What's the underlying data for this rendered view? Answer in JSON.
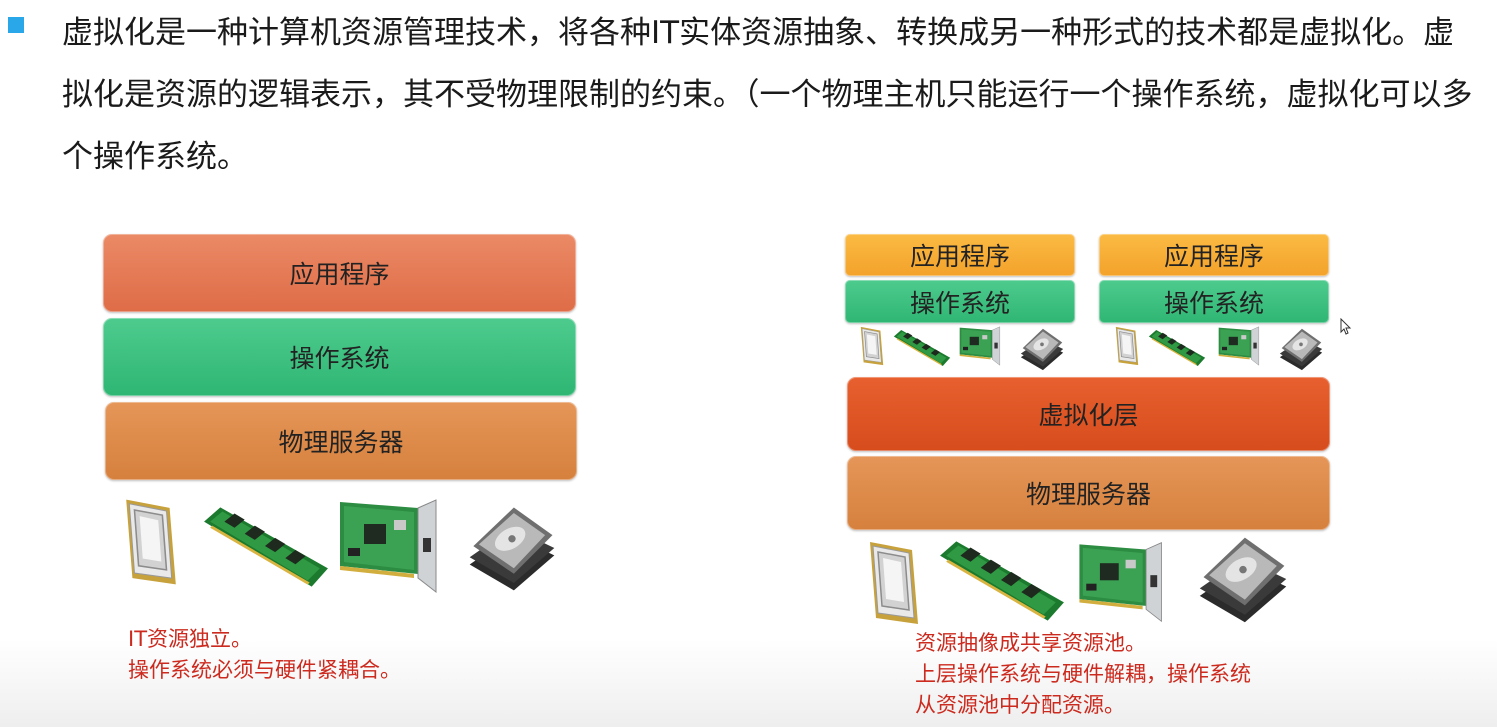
{
  "intro": {
    "text": "虚拟化是一种计算机资源管理技术，将各种IT实体资源抽象、转换成另一种形式的技术都是虚拟化。虚拟化是资源的逻辑表示，其不受物理限制的约束。（一个物理主机只能运行一个操作系统，虚拟化可以多个操作系统。"
  },
  "left_stack": {
    "app": "应用程序",
    "os": "操作系统",
    "server": "物理服务器",
    "caption_line1": "IT资源独立。",
    "caption_line2": "操作系统必须与硬件紧耦合。"
  },
  "right_stack": {
    "vm1_app": "应用程序",
    "vm1_os": "操作系统",
    "vm2_app": "应用程序",
    "vm2_os": "操作系统",
    "virt_layer": "虚拟化层",
    "server": "物理服务器",
    "caption_line1": "资源抽像成共享资源池。",
    "caption_line2": "上层操作系统与硬件解耦，操作系统",
    "caption_line3": "从资源池中分配资源。"
  },
  "colors": {
    "bullet": "#2aa7e8",
    "app_layer": "#e27550",
    "os_layer": "#38bd7c",
    "server_layer": "#dc8a48",
    "virt_layer": "#de5424",
    "vm_app_layer": "#f7ad35",
    "caption": "#cc2a1e"
  },
  "icons": [
    "cpu-icon",
    "ram-icon",
    "network-card-icon",
    "hard-disk-icon"
  ]
}
